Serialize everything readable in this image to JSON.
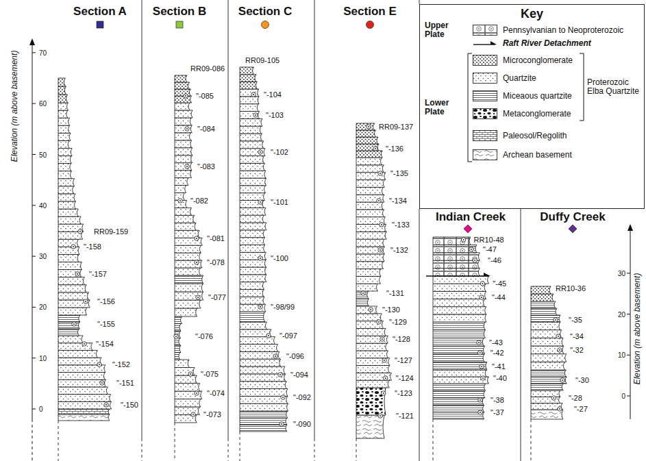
{
  "diagram": {
    "nodes": [
      {
        "text": [
          "Key"
        ]
      }
    ],
    "labels": [
      "Section A",
      "Section B",
      "Section C",
      "Section E",
      "Indian Creek",
      "Duffy Creek",
      "Elevation (m above basement)",
      "Elevation (m above basement)",
      "0",
      "10",
      "20",
      "30",
      "40",
      "50",
      "60",
      "70",
      "0",
      "10",
      "20",
      "30",
      "Upper Plate",
      "Lower Plate",
      "Proterozoic Elba Quartzite",
      "RR09-159",
      "\"-158",
      "\"-157",
      "\"-156",
      "\"-155",
      "\"-154",
      "\"-152",
      "\"-151",
      "\"-150",
      "RR09-086",
      "\"-085",
      "\"-084",
      "\"-083",
      "\"-082",
      "\"-081",
      "\"-078",
      "\"-077",
      "\"-076",
      "\"-075",
      "\"-074",
      "\"-073",
      "RR09-105",
      "\"-104",
      "\"-103",
      "\"-102",
      "\"-101",
      "\"-100",
      "\"-98/99",
      "\"-097",
      "\"-096",
      "\"-094",
      "\"-092",
      "\"-090",
      "RR09-137",
      "\"-136",
      "\"-135",
      "\"-134",
      "\"-133",
      "\"-132",
      "\"-131",
      "\"-130",
      "\"-129",
      "\"-128",
      "\"-127",
      "\"-124",
      "\"-123",
      "\"-121",
      "RR10-48",
      "\"-47",
      "\"-46",
      "\"-45",
      "\"-44",
      "\"-43",
      "\"-42",
      "\"-41",
      "\"-40",
      "\"-38",
      "\"-37",
      "RR10-36",
      "\"-35",
      "\"-34",
      "\"-32",
      "\"-30",
      "\"-28",
      "\"-27"
    ],
    "legend": [
      {
        "text": "Pennsylvanian to Neoproterozoic"
      },
      {
        "text": "Raft River Detachment"
      },
      {
        "text": "Microconglomerate"
      },
      {
        "text": "Quartzite"
      },
      {
        "text": "Miceaous quartzite"
      },
      {
        "text": "Metaconglomerate"
      },
      {
        "text": "Paleosol/Regolith"
      },
      {
        "text": "Archean basement"
      }
    ]
  }
}
